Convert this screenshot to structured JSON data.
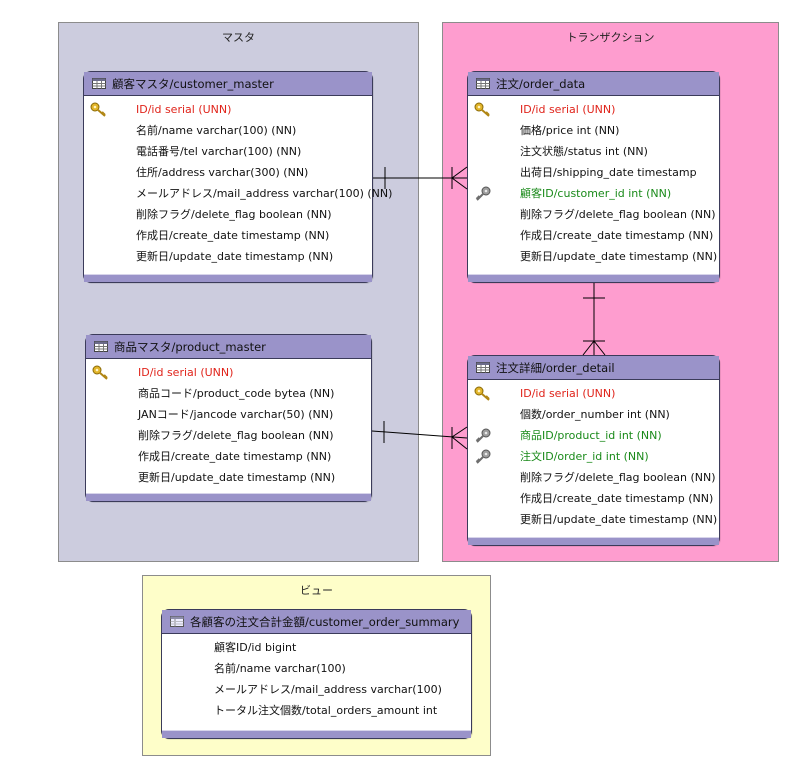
{
  "groups": {
    "master": {
      "title": "マスタ",
      "color": "#ccccde"
    },
    "transaction": {
      "title": "トランザクション",
      "color": "#fe9dcf"
    },
    "view": {
      "title": "ビュー",
      "color": "#fefec9"
    }
  },
  "entities": {
    "customer_master": {
      "title": "顧客マスタ/customer_master",
      "columns": [
        {
          "text": "ID/id serial (UNN)",
          "kind": "pk"
        },
        {
          "text": "名前/name varchar(100) (NN)",
          "kind": "normal"
        },
        {
          "text": "電話番号/tel varchar(100) (NN)",
          "kind": "normal"
        },
        {
          "text": "住所/address varchar(300) (NN)",
          "kind": "normal"
        },
        {
          "text": "メールアドレス/mail_address varchar(100) (NN)",
          "kind": "normal"
        },
        {
          "text": "削除フラグ/delete_flag boolean (NN)",
          "kind": "normal"
        },
        {
          "text": "作成日/create_date timestamp (NN)",
          "kind": "normal"
        },
        {
          "text": "更新日/update_date timestamp (NN)",
          "kind": "normal"
        }
      ]
    },
    "product_master": {
      "title": "商品マスタ/product_master",
      "columns": [
        {
          "text": "ID/id serial (UNN)",
          "kind": "pk"
        },
        {
          "text": "商品コード/product_code bytea (NN)",
          "kind": "normal"
        },
        {
          "text": "JANコード/jancode varchar(50) (NN)",
          "kind": "normal"
        },
        {
          "text": "削除フラグ/delete_flag boolean (NN)",
          "kind": "normal"
        },
        {
          "text": "作成日/create_date timestamp (NN)",
          "kind": "normal"
        },
        {
          "text": "更新日/update_date timestamp (NN)",
          "kind": "normal"
        }
      ]
    },
    "order_data": {
      "title": "注文/order_data",
      "columns": [
        {
          "text": "ID/id serial (UNN)",
          "kind": "pk"
        },
        {
          "text": "価格/price int (NN)",
          "kind": "normal"
        },
        {
          "text": "注文状態/status int (NN)",
          "kind": "normal"
        },
        {
          "text": "出荷日/shipping_date timestamp",
          "kind": "normal"
        },
        {
          "text": "顧客ID/customer_id int (NN)",
          "kind": "fk"
        },
        {
          "text": "削除フラグ/delete_flag boolean (NN)",
          "kind": "normal"
        },
        {
          "text": "作成日/create_date timestamp (NN)",
          "kind": "normal"
        },
        {
          "text": "更新日/update_date timestamp (NN)",
          "kind": "normal"
        }
      ]
    },
    "order_detail": {
      "title": "注文詳細/order_detail",
      "columns": [
        {
          "text": "ID/id serial (UNN)",
          "kind": "pk"
        },
        {
          "text": "個数/order_number int (NN)",
          "kind": "normal"
        },
        {
          "text": "商品ID/product_id int (NN)",
          "kind": "fk"
        },
        {
          "text": "注文ID/order_id int (NN)",
          "kind": "fk"
        },
        {
          "text": "削除フラグ/delete_flag boolean (NN)",
          "kind": "normal"
        },
        {
          "text": "作成日/create_date timestamp (NN)",
          "kind": "normal"
        },
        {
          "text": "更新日/update_date timestamp (NN)",
          "kind": "normal"
        }
      ]
    },
    "customer_order_summary": {
      "title": "各顧客の注文合計金額/customer_order_summary",
      "columns": [
        {
          "text": "顧客ID/id bigint",
          "kind": "normal"
        },
        {
          "text": "名前/name varchar(100)",
          "kind": "normal"
        },
        {
          "text": "メールアドレス/mail_address varchar(100)",
          "kind": "normal"
        },
        {
          "text": "トータル注文個数/total_orders_amount int",
          "kind": "normal"
        }
      ]
    }
  },
  "icons": {
    "table": "table-icon",
    "view": "view-icon",
    "primary_key": "key-icon",
    "foreign_key": "foreign-key-icon"
  },
  "colors": {
    "header": "#9a93c9",
    "primary_key_text": "#e0241b",
    "foreign_key_text": "#1a8a1a",
    "line": "#000000"
  }
}
